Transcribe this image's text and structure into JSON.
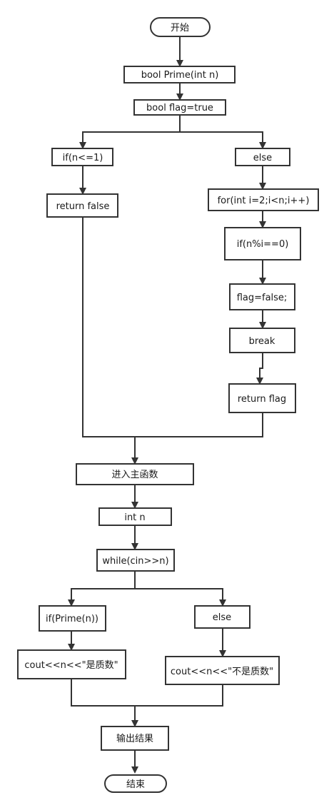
{
  "diagram": {
    "nodes": {
      "start": {
        "label": "开始"
      },
      "func_decl": {
        "label": "bool Prime(int n)"
      },
      "flag_init": {
        "label": "bool flag=true"
      },
      "if_le1": {
        "label": "if(n<=1)"
      },
      "else1": {
        "label": "else"
      },
      "return_false": {
        "label": "return false"
      },
      "for_loop": {
        "label": "for(int i=2;i<n;i++)"
      },
      "if_mod": {
        "label": "if(n%i==0)"
      },
      "flag_false": {
        "label": "flag=false;"
      },
      "break": {
        "label": "break"
      },
      "return_flag": {
        "label": "return flag"
      },
      "enter_main": {
        "label": "进入主函数"
      },
      "int_n": {
        "label": "int n"
      },
      "while_loop": {
        "label": "while(cin>>n)"
      },
      "if_prime": {
        "label": "if(Prime(n))"
      },
      "else2": {
        "label": "else"
      },
      "cout_prime": {
        "label": "cout<<n<<\"是质数\""
      },
      "cout_not_prime": {
        "label": "cout<<n<<\"不是质数\""
      },
      "output": {
        "label": "输出结果"
      },
      "end": {
        "label": "结束"
      }
    }
  }
}
